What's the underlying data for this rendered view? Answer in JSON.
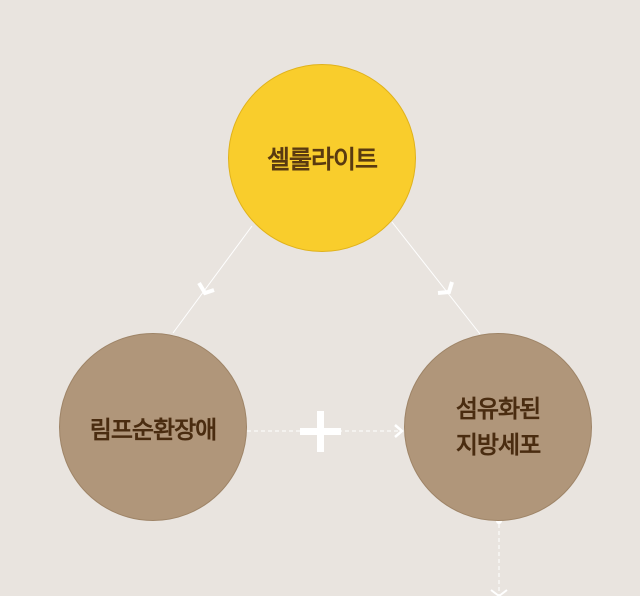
{
  "diagram": {
    "top_node": {
      "label": "셀룰라이트"
    },
    "left_node": {
      "label": "림프순환장애"
    },
    "right_node": {
      "line1": "섬유화된",
      "line2": "지방세포"
    }
  },
  "colors": {
    "background": "#e9e4df",
    "top_node": "#f9cd2c",
    "bottom_nodes": "#b0967a",
    "node_text": "#4a2c10",
    "connector": "#ffffff"
  },
  "icons": {
    "plus": "plus-icon",
    "arrow": "chevron-arrow-icon"
  }
}
